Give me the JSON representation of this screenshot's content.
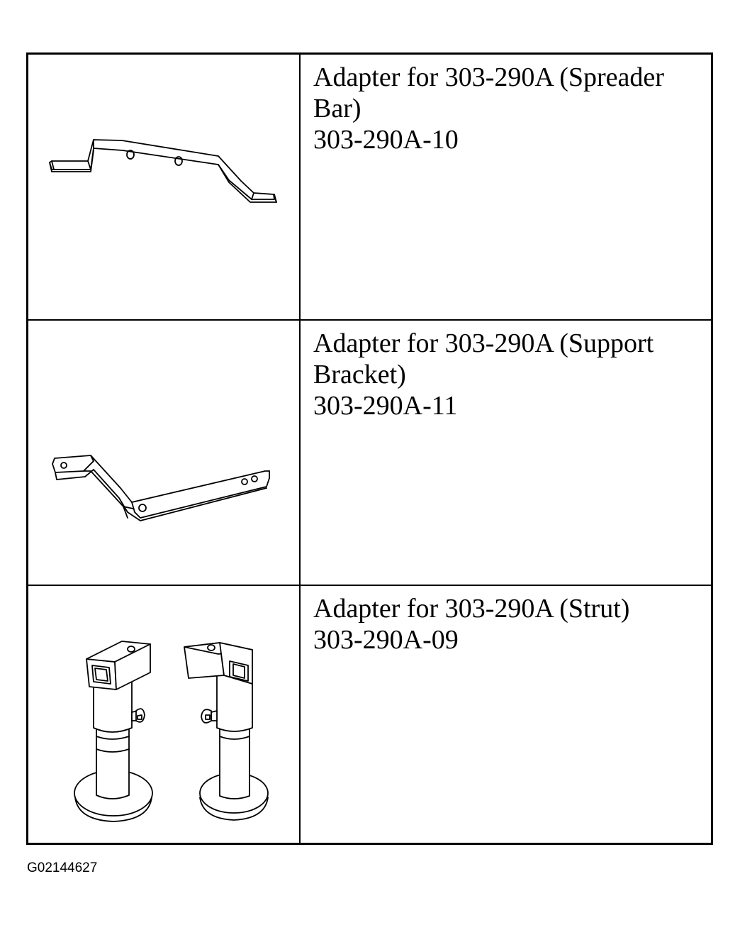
{
  "rows": [
    {
      "name": "Adapter for 303-290A (Spreader Bar)",
      "part_number": "303-290A-10",
      "illustration": "spreader-bar-icon"
    },
    {
      "name": "Adapter for 303-290A (Support Bracket)",
      "part_number": "303-290A-11",
      "illustration": "support-bracket-icon"
    },
    {
      "name": "Adapter for 303-290A (Strut)",
      "part_number": "303-290A-09",
      "illustration": "strut-pair-icon"
    }
  ],
  "figure_id": "G02144627"
}
